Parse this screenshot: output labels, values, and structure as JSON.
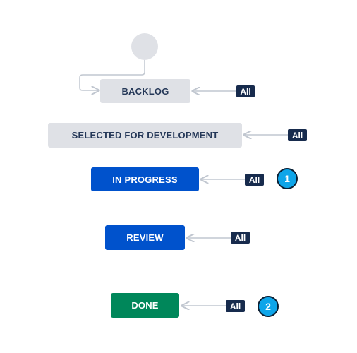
{
  "colors": {
    "todo_bg": "#dfe1e6",
    "in_progress_bg": "#0052cc",
    "done_bg": "#00875a",
    "badge_bg": "#172b4d",
    "marker_bg": "#0ea5e9",
    "arrow": "#c1c7d0"
  },
  "statuses": [
    {
      "label": "BACKLOG",
      "category": "todo",
      "transition": "All"
    },
    {
      "label": "SELECTED FOR DEVELOPMENT",
      "category": "todo",
      "transition": "All"
    },
    {
      "label": "IN PROGRESS",
      "category": "in-progress",
      "transition": "All",
      "marker": "1"
    },
    {
      "label": "REVIEW",
      "category": "in-progress",
      "transition": "All"
    },
    {
      "label": "DONE",
      "category": "done",
      "transition": "All",
      "marker": "2"
    }
  ]
}
